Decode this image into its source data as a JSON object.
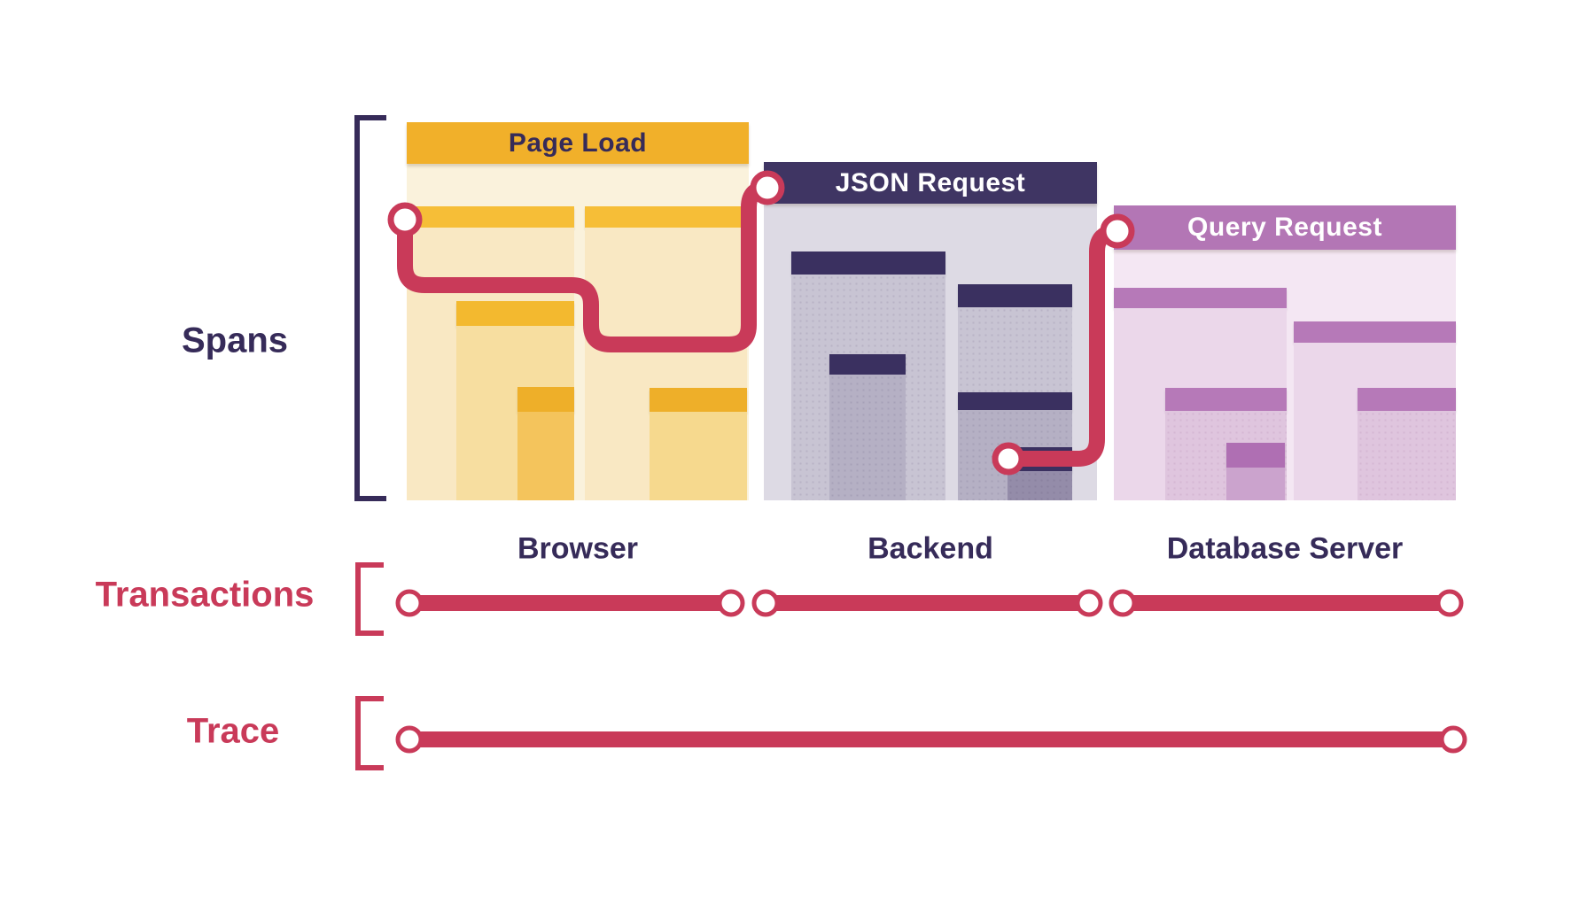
{
  "sections": {
    "spans": {
      "label": "Spans"
    },
    "transactions": {
      "label": "Transactions"
    },
    "trace": {
      "label": "Trace"
    }
  },
  "panels": [
    {
      "id": "page-load",
      "title": "Page Load",
      "machine": "Browser"
    },
    {
      "id": "json-request",
      "title": "JSON Request",
      "machine": "Backend"
    },
    {
      "id": "query-request",
      "title": "Query Request",
      "machine": "Database Server"
    }
  ],
  "colors": {
    "navy": "#362B59",
    "crimson": "#C93A59",
    "gold_header": "#F1B02A",
    "gold_child": "#F6BE37",
    "gold_grand": "#F3B92F",
    "gold_gg": "#EEAF29",
    "cream_bg": "#FAF2DC",
    "cream_child": "#F9E8C3",
    "cream_grand": "#F7DEA0",
    "cream_grand2": "#F6D98E",
    "cream_gg": "#F4C45C",
    "json_header": "#3F3563",
    "json_bar": "#3A3060",
    "json_bg": "#DDDAE4",
    "json_child": "#C8C4D3",
    "json_grand": "#B5B0C4",
    "json_gg": "#948CA9",
    "q_header": "#B376B5",
    "q_bar": "#B679B8",
    "q_bar_dark": "#AF6FB3",
    "q_bg": "#F4E7F3",
    "q_child": "#EBD7EA",
    "q_grand": "#DFC5DE",
    "q_gg": "#CBA3CD",
    "page_bg": "#FFFFFF"
  }
}
